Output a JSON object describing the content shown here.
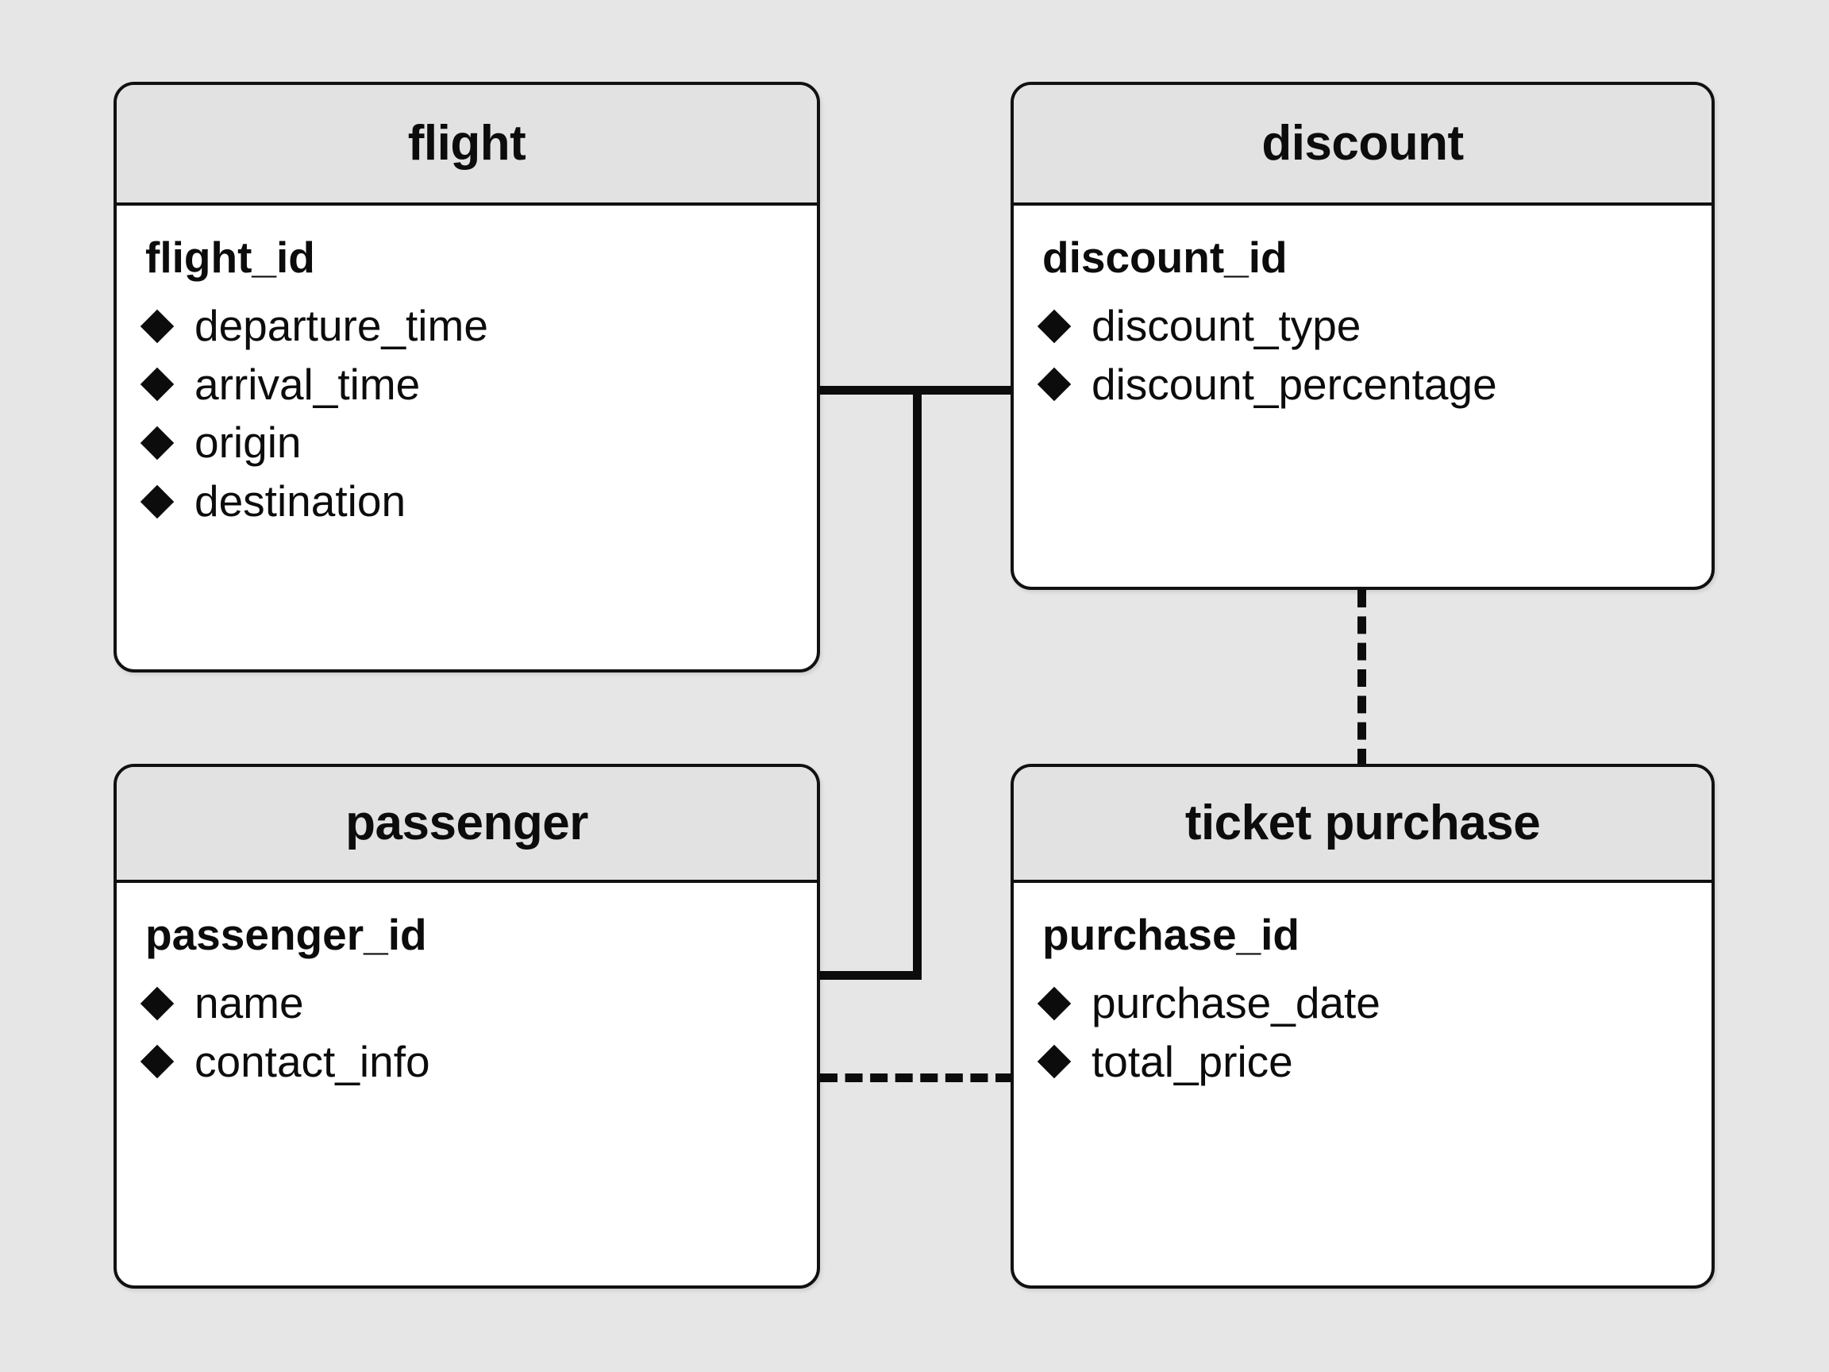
{
  "diagram": {
    "type": "entity-relationship-diagram",
    "background_color": "#e6e6e6",
    "entity_fill": "#ffffff",
    "header_fill": "#e2e2e2",
    "line_color": "#0c0c0c"
  },
  "entities": [
    {
      "id": "flight",
      "title": "flight",
      "primary_key": "flight_id",
      "attributes": [
        "departure_time",
        "arrival_time",
        "origin",
        "destination"
      ]
    },
    {
      "id": "discount",
      "title": "discount",
      "primary_key": "discount_id",
      "attributes": [
        "discount_type",
        "discount_percentage"
      ]
    },
    {
      "id": "passenger",
      "title": "passenger",
      "primary_key": "passenger_id",
      "attributes": [
        "name",
        "contact_info"
      ]
    },
    {
      "id": "ticket_purchase",
      "title": "ticket purchase",
      "primary_key": "purchase_id",
      "attributes": [
        "purchase_date",
        "total_price"
      ]
    }
  ],
  "relationships": [
    {
      "id": "flight-discount",
      "from": "flight",
      "to": "discount",
      "style": "solid"
    },
    {
      "id": "flight-passenger",
      "from": "flight",
      "to": "passenger",
      "style": "solid"
    },
    {
      "id": "discount-ticket",
      "from": "discount",
      "to": "ticket purchase",
      "style": "dashed"
    },
    {
      "id": "passenger-ticket",
      "from": "passenger",
      "to": "ticket purchase",
      "style": "dashed"
    }
  ],
  "icons": {
    "attribute_bullet": "diamond-icon"
  }
}
